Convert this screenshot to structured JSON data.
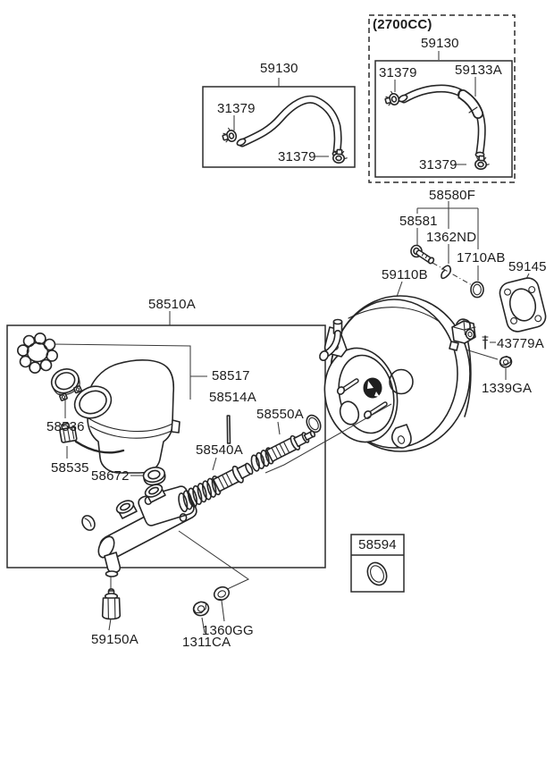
{
  "page": {
    "background": "#ffffff",
    "line_color": "#262626",
    "text_color": "#1c1c1c"
  },
  "variant_note": "(2700CC)",
  "callouts": {
    "hose_main": "59130",
    "clamp_main_left": "31379",
    "clamp_main_bottom": "31379",
    "hose_2700": "59130",
    "clamp_2700_left": "31379",
    "hose_sleeve_2700": "59133A",
    "clamp_2700_bottom": "31379",
    "fitting_kit": "58580F",
    "bolt": "58581",
    "clip": "1362ND",
    "oring_small": "1710AB",
    "booster": "59110B",
    "gasket": "59145",
    "pin_bolt": "43779A",
    "nut_small": "1339GA",
    "master_cylinder_assy": "58510A",
    "reservoir": "58517",
    "piston_pin": "58514A",
    "piston_secondary": "58550A",
    "piston_primary": "58540A",
    "cap_ring": "58536",
    "level_connector": "58535",
    "grommet": "58672",
    "oring_boxed": "58594",
    "union_fitting": "59150A",
    "flange_nut": "1311CA",
    "washer": "1360GG"
  }
}
